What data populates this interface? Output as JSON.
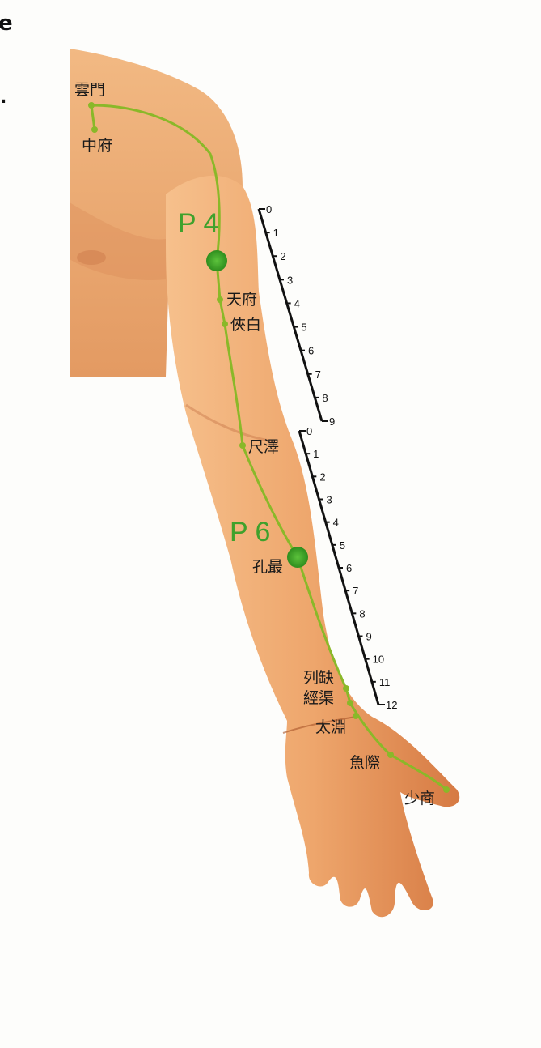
{
  "corner_fragments": {
    "top": "e",
    "mid": "."
  },
  "points": [
    {
      "id": "yunmen",
      "label": "雲門"
    },
    {
      "id": "zhongfu",
      "label": "中府"
    },
    {
      "id": "tianfu",
      "label": "天府"
    },
    {
      "id": "xiabai",
      "label": "俠白"
    },
    {
      "id": "chize",
      "label": "尺澤"
    },
    {
      "id": "kongzui",
      "label": "孔最"
    },
    {
      "id": "lieque",
      "label": "列缺"
    },
    {
      "id": "jingqu",
      "label": "經渠"
    },
    {
      "id": "taiyuan",
      "label": "太淵"
    },
    {
      "id": "yuji",
      "label": "魚際"
    },
    {
      "id": "shaoshang",
      "label": "少商"
    }
  ],
  "markers": [
    {
      "id": "p4",
      "label": "P 4"
    },
    {
      "id": "p6",
      "label": "P 6"
    }
  ],
  "scales": {
    "upper_arm": [
      "0",
      "1",
      "2",
      "3",
      "4",
      "5",
      "6",
      "7",
      "8",
      "9"
    ],
    "forearm": [
      "0",
      "1",
      "2",
      "3",
      "4",
      "5",
      "6",
      "7",
      "8",
      "9",
      "10",
      "11",
      "12"
    ]
  },
  "colors": {
    "meridian": "#8ab829",
    "marker": "#3fa12c",
    "skin_light": "#f3b47c",
    "skin_dark": "#d77f45"
  }
}
